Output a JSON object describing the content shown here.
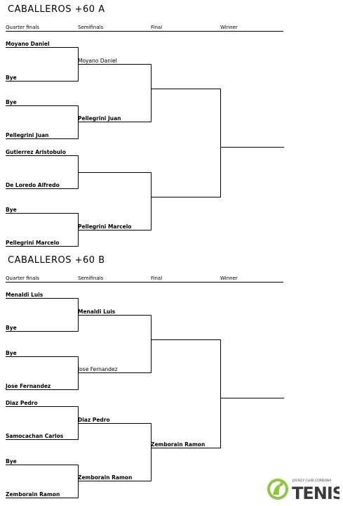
{
  "headers": {
    "quarter": "Quarter finals",
    "semi": "Semifinals",
    "final": "Final",
    "winner": "Winner"
  },
  "bracket_a": {
    "title": "CABALLEROS  +60 A",
    "quarter": [
      "Moyano Daniel",
      "Bye",
      "Bye",
      "Pellegrini Juan",
      "Gutierrez Aristobulo",
      "De Loredo Alfredo",
      "Bye",
      "Pellegrini Marcelo"
    ],
    "semi": [
      "Moyano Daniel",
      "Pellegrini Juan",
      "",
      "Pellegrini Marcelo"
    ],
    "final": [
      "",
      ""
    ],
    "winner": ""
  },
  "bracket_b": {
    "title": "CABALLEROS  +60 B",
    "quarter": [
      "Menaldi Luis",
      "Bye",
      "Bye",
      "Jose Fernandez",
      "Diaz Pedro",
      "Samocachan Carlos",
      "Bye",
      "Zemborain Ramon"
    ],
    "semi": [
      "Menaldi Luis",
      "Jose Fernandez",
      "Diaz Pedro",
      "Zemborain Ramon"
    ],
    "final": [
      "",
      "Zemborain Ramon"
    ],
    "winner": ""
  },
  "logo": {
    "club": "JOCKEY CLUB CÓRDOBA",
    "word": "TENIS",
    "colors": {
      "green": "#8dc63f",
      "dark": "#3a3a3a"
    }
  }
}
